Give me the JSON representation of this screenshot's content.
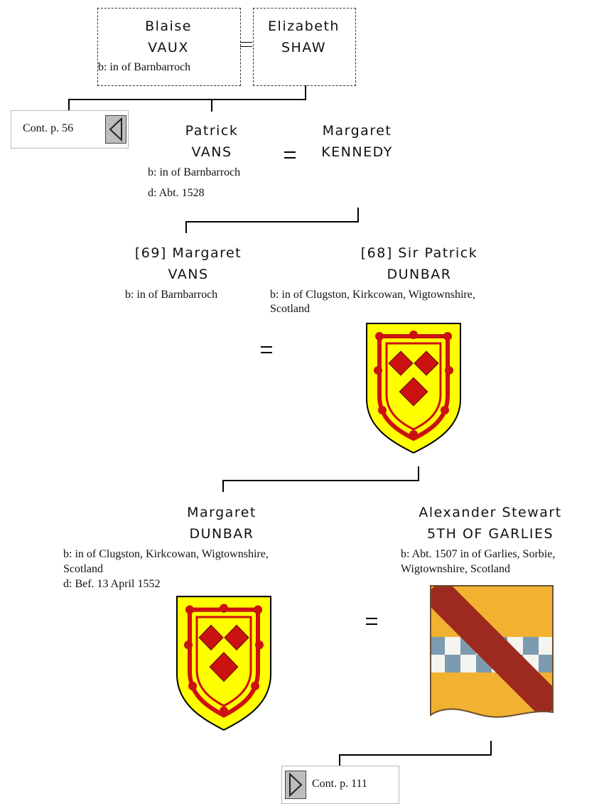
{
  "people": {
    "blaise": {
      "first": "Blaise",
      "last": "VAUX",
      "born": "b: in of Barnbarroch"
    },
    "elizabeth": {
      "first": "Elizabeth",
      "last": "SHAW"
    },
    "patrick": {
      "first": "Patrick",
      "last": "VANS",
      "born": "b: in of Barnbarroch",
      "died": "d: Abt. 1528"
    },
    "margaret_kennedy": {
      "first": "Margaret",
      "last": "KENNEDY"
    },
    "margaret_vans": {
      "first": "[69] Margaret",
      "last": "VANS",
      "born": "b: in of Barnbarroch"
    },
    "sir_patrick": {
      "first": "[68] Sir Patrick",
      "last": "DUNBAR",
      "born_1": "b: in of Clugston, Kirkcowan, Wigtownshire,",
      "born_2": "Scotland"
    },
    "margaret_dunbar": {
      "first": "Margaret",
      "last": "DUNBAR",
      "born_1": "b: in of Clugston, Kirkcowan, Wigtownshire,",
      "born_2": "Scotland",
      "died": "d: Bef. 13 April 1552"
    },
    "alexander": {
      "first": "Alexander Stewart",
      "last": "5TH OF GARLIES",
      "born_1": "b: Abt. 1507 in of Garlies, Sorbie,",
      "born_2": "Wigtownshire, Scotland"
    }
  },
  "nav": {
    "prev_label": "Cont. p. 56",
    "next_label": "Cont. p. 111"
  },
  "colors": {
    "dunbar_field": "#ffff00",
    "dunbar_charge": "#cc1111",
    "garlies_field": "#f2b131",
    "garlies_bend": "#9c2a1f",
    "garlies_check_blue": "#7d9bb0",
    "garlies_check_white": "#f4f4f0"
  },
  "icons": {
    "prev": "triangle-left-icon",
    "next": "triangle-right-icon"
  }
}
